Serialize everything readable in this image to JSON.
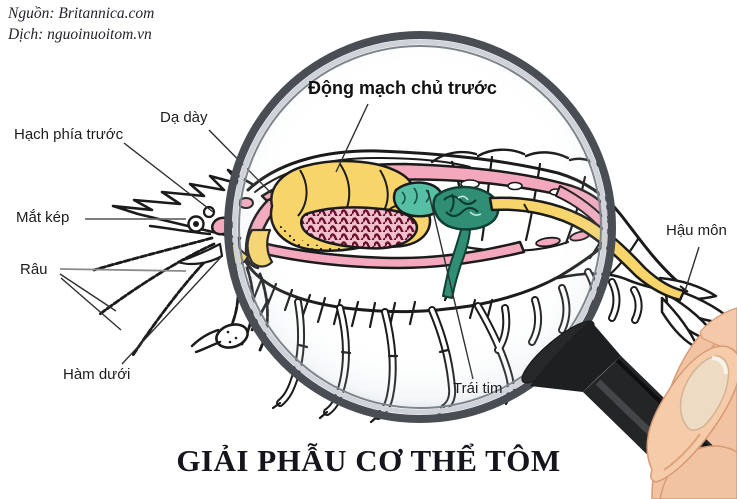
{
  "credits": {
    "line1": "Nguồn: Britannica.com",
    "line2": "Dịch: nguoinuoitom.vn"
  },
  "title": "GIẢI PHẪU CƠ THỂ TÔM",
  "labels": {
    "aorta": "Động mạch chủ trước",
    "stomach": "Dạ dày",
    "anterior_ganglion": "Hạch phía trước",
    "compound_eye": "Mắt kép",
    "antenna": "Râu",
    "mandible": "Hàm dưới",
    "anus": "Hậu môn",
    "heart": "Trái tim"
  },
  "colors": {
    "organ_yellow": "#f8d56b",
    "organ_pink": "#f3a8bd",
    "heart_teal": "#2f8e74",
    "ovary_maroon": "#6d0f2a",
    "line_art": "#1b1b1b",
    "title_text": "#15151d",
    "handle_black": "#232527",
    "skin": "#f2c3a3"
  }
}
